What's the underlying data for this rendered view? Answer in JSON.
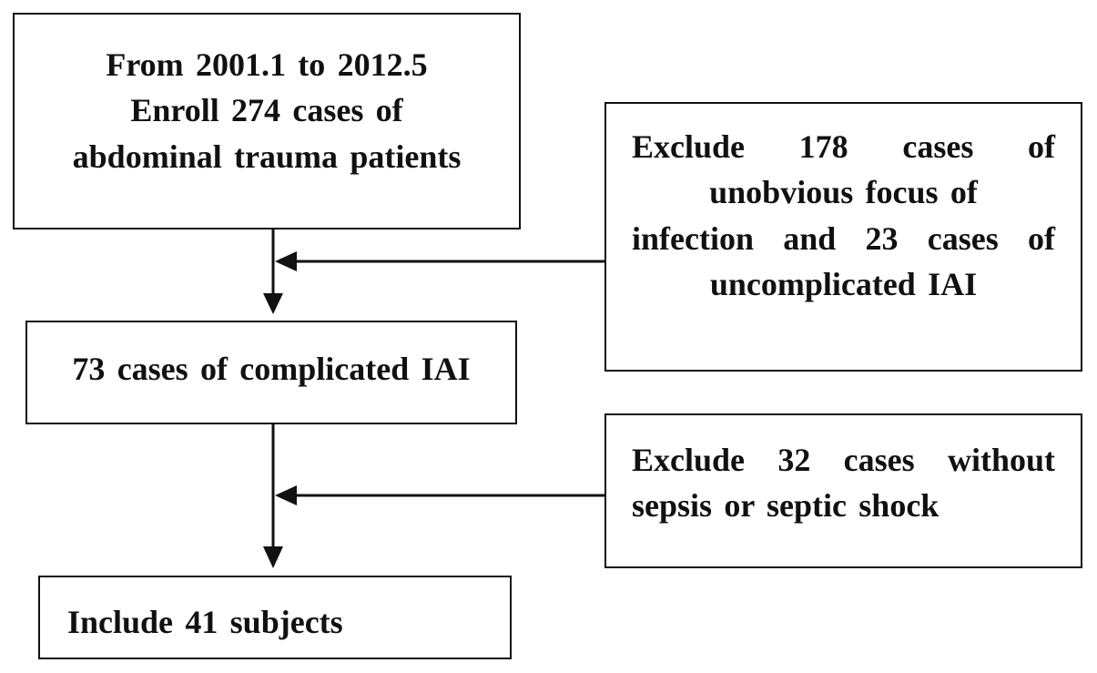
{
  "flowchart": {
    "box_enroll": {
      "line1": "From 2001.1 to 2012.5",
      "line2": "Enroll 274 cases of",
      "line3": "abdominal trauma patients"
    },
    "box_exclude1": {
      "line1": "Exclude 178 cases of",
      "line2": "unobvious focus of",
      "line3": "infection and 23 cases of",
      "line4": "uncomplicated IAI"
    },
    "box_complicated": {
      "text": "73 cases of complicated IAI"
    },
    "box_exclude2": {
      "line1": "Exclude 32 cases without",
      "line2": "sepsis or septic shock"
    },
    "box_include": {
      "text": "Include 41 subjects"
    }
  }
}
